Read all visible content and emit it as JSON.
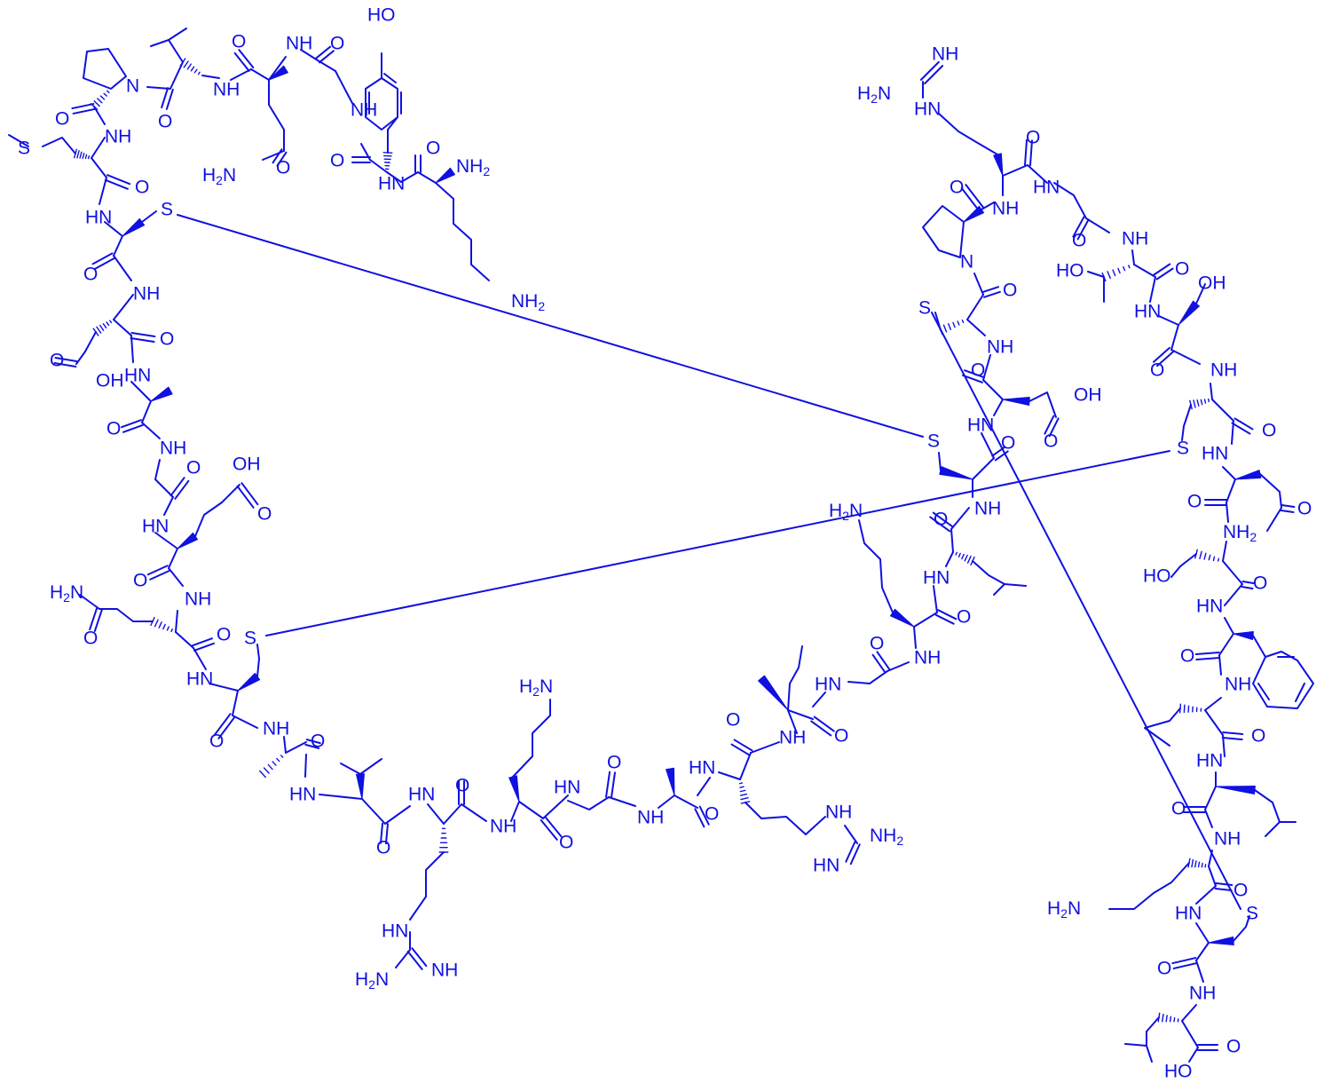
{
  "molecule": {
    "color": "#1010E0",
    "background": "#FFFFFF",
    "labels": {
      "oh": "OH",
      "ho": "HO",
      "o": "O",
      "nh": "NH",
      "hn": "HN",
      "n": "N",
      "s": "S",
      "nh2": "NH2",
      "h2n": "H2N"
    }
  }
}
